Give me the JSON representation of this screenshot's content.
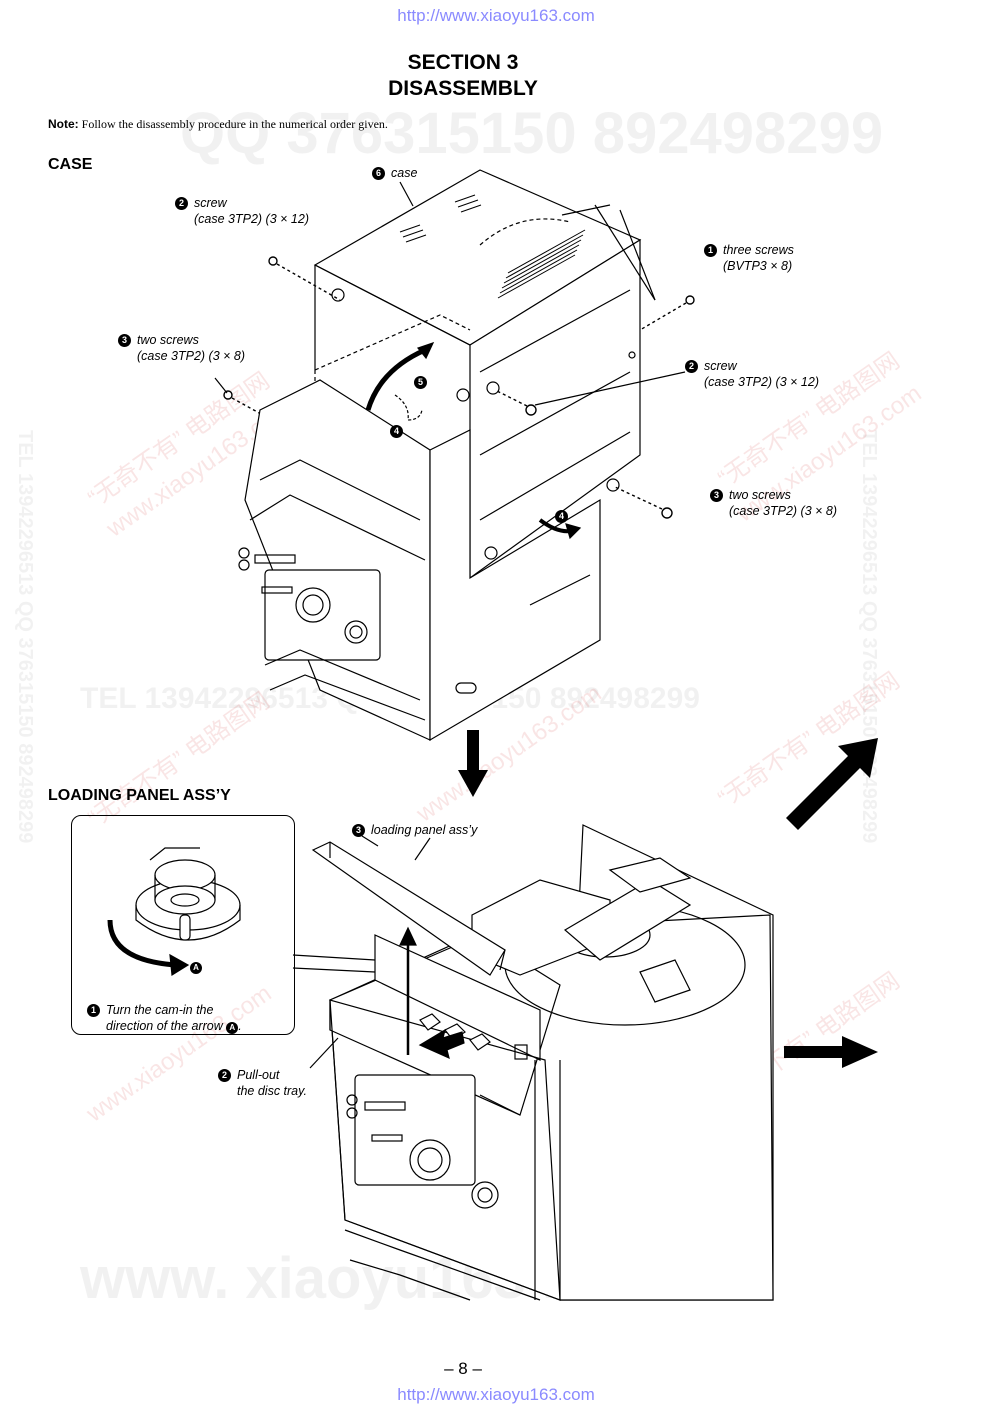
{
  "header": {
    "url": "http://www.xiaoyu163.com"
  },
  "footer": {
    "url": "http://www.xiaoyu163.com",
    "page_number": "– 8 –"
  },
  "section": {
    "number_line": "SECTION  3",
    "title": "DISASSEMBLY"
  },
  "note": {
    "label": "Note:",
    "text": "Follow the disassembly procedure in the numerical order given."
  },
  "case": {
    "heading": "CASE",
    "labels": [
      {
        "num": "6",
        "lines": [
          "case"
        ]
      },
      {
        "num": "2",
        "lines": [
          "screw",
          "(case 3TP2) (3 × 12)"
        ]
      },
      {
        "num": "1",
        "lines": [
          "three screws",
          "(BVTP3 × 8)"
        ]
      },
      {
        "num": "3",
        "lines": [
          "two screws",
          "(case 3TP2) (3 × 8)"
        ]
      },
      {
        "num": "2",
        "lines": [
          "screw",
          "(case 3TP2) (3 × 12)"
        ]
      },
      {
        "num": "3",
        "lines": [
          "two screws",
          "(case 3TP2) (3 × 8)"
        ]
      }
    ],
    "step_markers": [
      "5",
      "4",
      "4"
    ]
  },
  "loading_panel": {
    "heading": "LOADING  PANEL  ASS’Y",
    "panel_label": {
      "num": "3",
      "text": "loading panel ass’y"
    },
    "step1": {
      "num": "1",
      "line1": "Turn the cam-in the",
      "line2": "direction of the arrow",
      "marker": "A"
    },
    "step2": {
      "num": "2",
      "line1": "Pull-out",
      "line2": "the disc tray."
    },
    "inset_marker": "A"
  },
  "watermarks": {
    "qq": "QQ 376315150    892498299",
    "tel": "TEL 13942296513    QQ 376315150    892498299",
    "site": "www. xiaoyu163 .com",
    "diag1": "“无奇不有” 电路图网",
    "diag2": "www.xiaoyu163.com",
    "side": "TEL 13942296513 QQ 376315150 892498299"
  }
}
